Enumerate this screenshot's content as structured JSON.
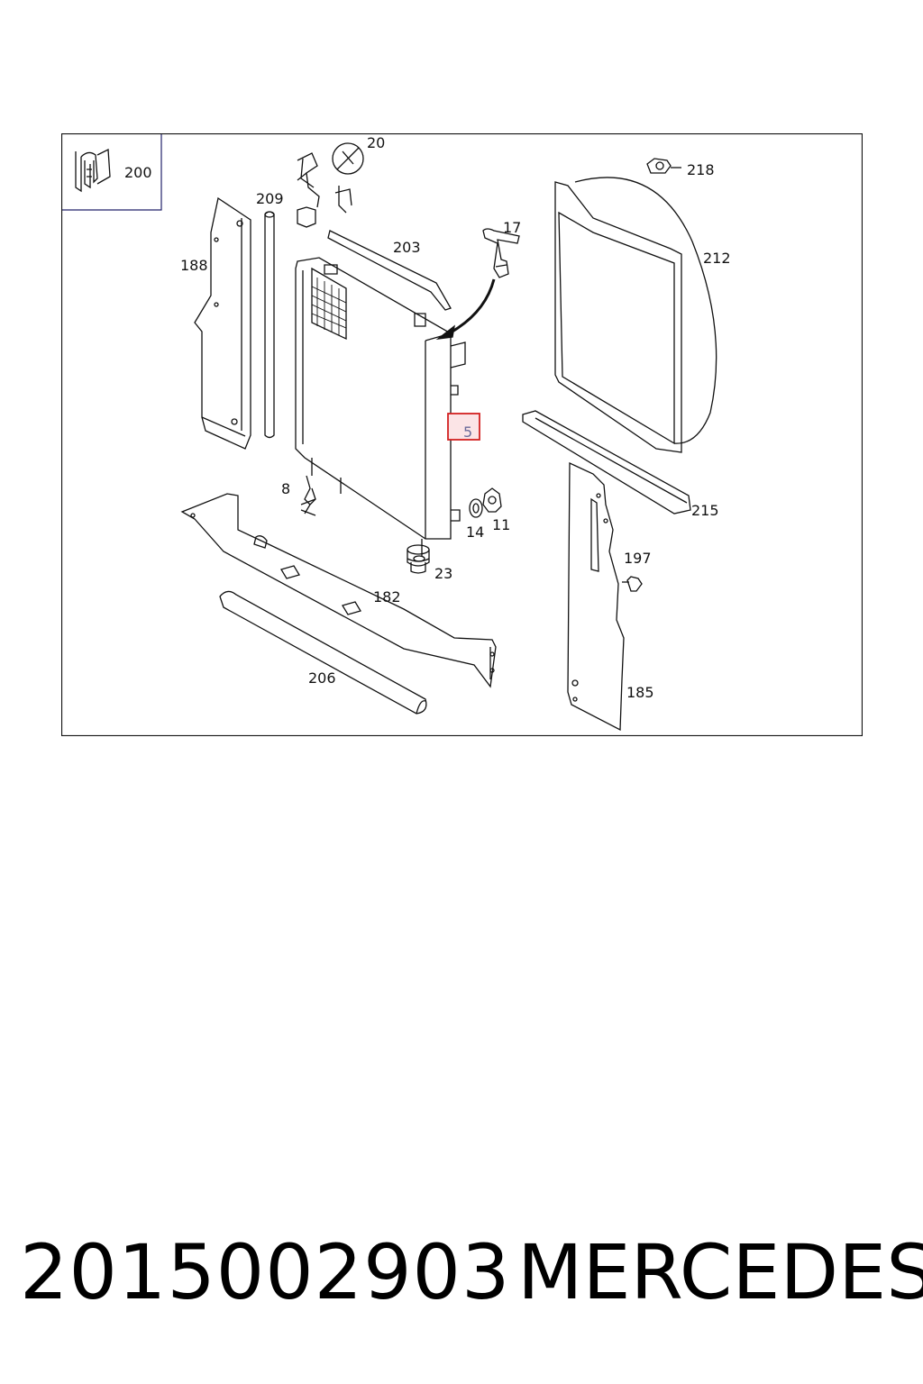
{
  "diagram": {
    "inset_label": "200",
    "callouts": {
      "c20": "20",
      "c209": "209",
      "c188": "188",
      "c203": "203",
      "c17": "17",
      "c218": "218",
      "c212": "212",
      "c5": "5",
      "c8": "8",
      "c14": "14",
      "c11": "11",
      "c23": "23",
      "c215": "215",
      "c197": "197",
      "c182": "182",
      "c206": "206",
      "c185": "185"
    },
    "highlighted_part": "5",
    "colors": {
      "frame": "#22226a",
      "highlight": "#d32020",
      "line": "#111111",
      "highlight_fill": "#fbe4e6"
    }
  },
  "footer": {
    "part_number": "2015002903",
    "brand": "MERCEDES"
  }
}
